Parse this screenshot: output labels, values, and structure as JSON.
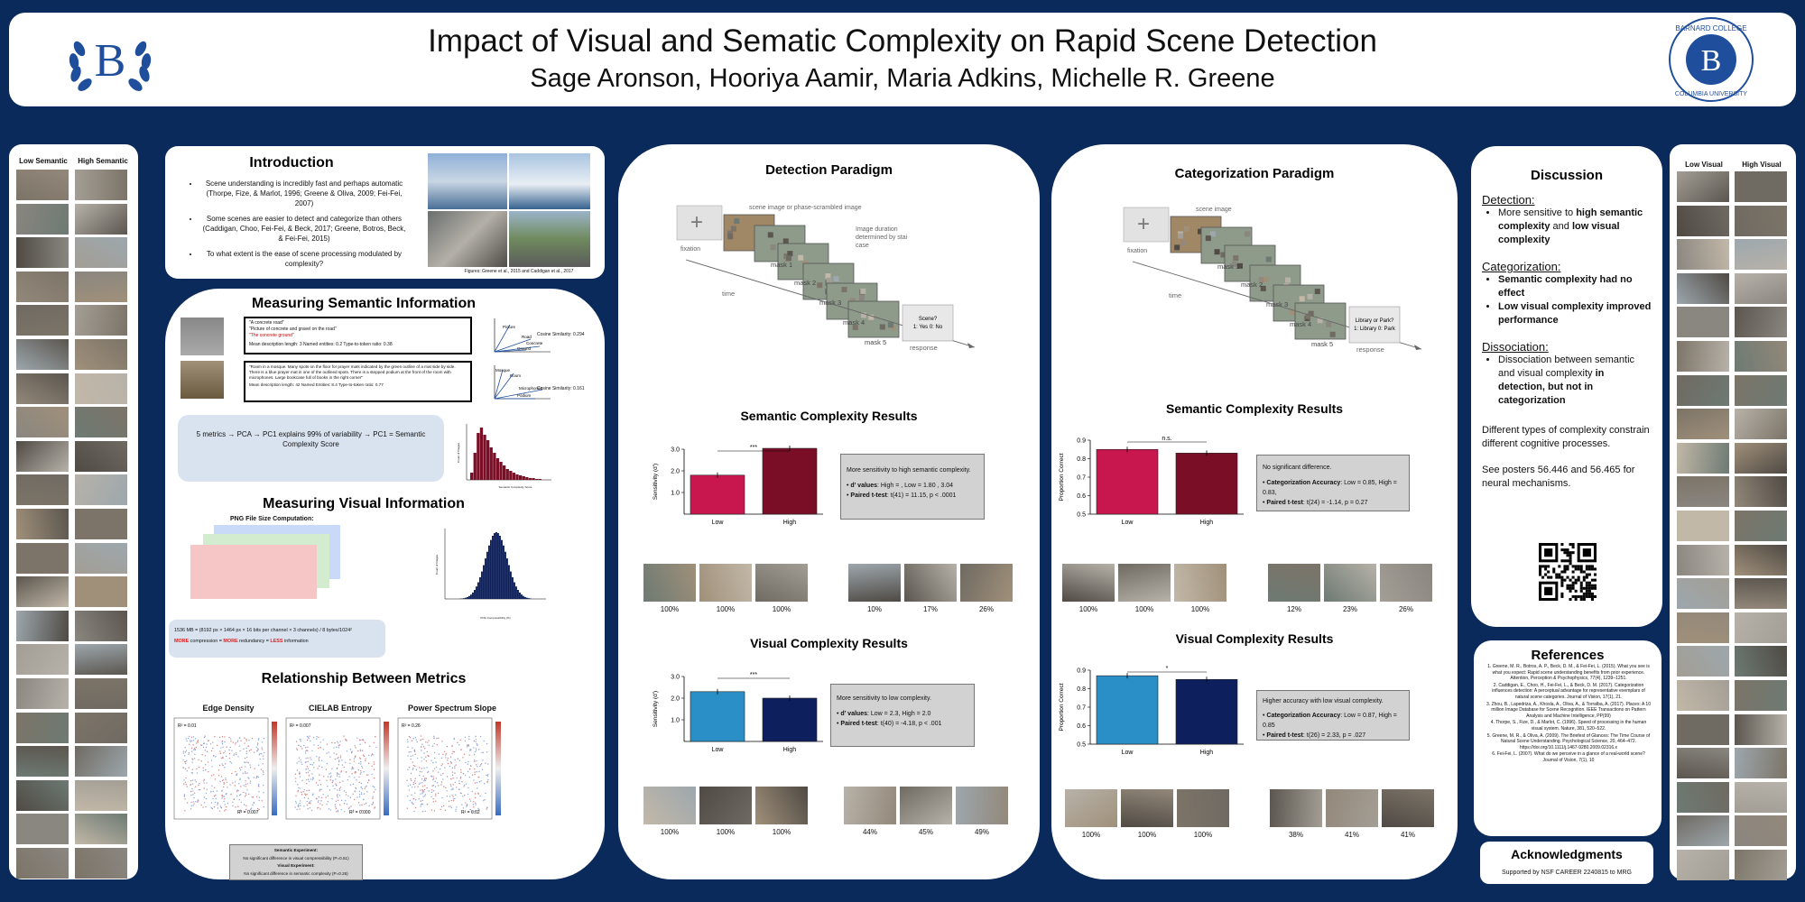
{
  "header": {
    "title": "Impact of Visual and Sematic Complexity on Rapid Scene Detection",
    "authors": "Sage Aronson, Hooriya Aamir, Maria Adkins, Michelle R. Greene",
    "logo_letter": "B",
    "seal_text_top": "BARNARD COLLEGE",
    "seal_text_bottom": "COLUMBIA UNIVERSITY"
  },
  "left_strip": {
    "col1": "Low Semantic",
    "col2": "High Semantic"
  },
  "right_strip": {
    "col1": "Low Visual",
    "col2": "High Visual"
  },
  "intro": {
    "title": "Introduction",
    "bullets": [
      "Scene understanding is incredibly fast and perhaps automatic (Thorpe, Fize, & Marlot, 1996; Greene & Oliva, 2009; Fei-Fei, 2007)",
      "Some scenes are easier to detect and categorize than others (Caddigan, Choo, Fei-Fei, & Beck, 2017; Greene, Botros, Beck, & Fei-Fei, 2015)",
      "To what extent is the ease of scene processing modulated by complexity?"
    ],
    "figure_caption": "Figures: Greene et al., 2015 and Caddigan et al., 2017"
  },
  "semantic_info": {
    "title": "Measuring Semantic Information",
    "box1_lines": [
      "\"A concrete road\"",
      "\"Picture of concrete and gravel on the road\"",
      "\"The concrete ground\""
    ],
    "box1_meta": "Mean description length: 3  Named entities: 0.2  Type-to-token ratio: 0.38",
    "box2_text": "\"Room in a mosque. Many spots on the floor for prayer mats indicated by the green outline of a mat side by side. There is a blue prayer mat in one of the outlined spots. There is a stepped podium at the front of the room with microphones. Large bookcase full of books in the right corner\"",
    "box2_meta": "Mean description length: 42  Named Entities: 8.4  Type-to-token ratio: 0.77",
    "sim1": "Cosine Similarity: 0.294",
    "sim2": "Cosine Similarity: 0.161",
    "words1": [
      "Picture",
      "Road",
      "Concrete",
      "Ground"
    ],
    "words2": [
      "Mosque",
      "Room",
      "Microphones",
      "Podium"
    ],
    "pca_text": "5 metrics → PCA → PC1 explains 99% of variability → PC1 = Semantic Complexity Score",
    "hist_xlabel": "Semantic Complexity Score",
    "hist_ylabel": "Count of Images"
  },
  "visual_info": {
    "title": "Measuring Visual Information",
    "png_label": "PNG File Size Computation:",
    "formula": "1536 MB = (8192 px × 1464 px × 16 bits per channel × 3 channels) / 8 bytes/1024²",
    "more_line": {
      "w1": "MORE",
      "t1": " compression = ",
      "w2": "MORE",
      "t2": " redundancy = ",
      "w3": "LESS",
      "t3": " information"
    },
    "hist_xlabel": "PNG Compressibility (%)",
    "hist_ylabel": "Count of Images"
  },
  "relationship": {
    "title": "Relationship Between Metrics",
    "plots": [
      {
        "title": "Edge Density",
        "r2a": "R² = 0.01",
        "r2b": "R² = 0.007"
      },
      {
        "title": "CIELAB Entropy",
        "r2a": "R² = 0.007",
        "r2b": "R² = 0.000"
      },
      {
        "title": "Power Spectrum Slope",
        "r2a": "R² = 0.26",
        "r2b": "R² = 0.02"
      }
    ],
    "box_lines": [
      "Semantic Experiment:",
      "No significant difference in visual compressibility (P=0.51)",
      "Visual Experiment:",
      "No significant difference in semantic complexity (P=0.26)"
    ]
  },
  "detection": {
    "title": "Detection Paradigm",
    "labels": {
      "fixation": "fixation",
      "scene": "scene image or phase-scrambled image",
      "duration": "Image duration determined by staircase",
      "time": "time",
      "mask1": "mask 1",
      "mask2": "mask 2",
      "mask3": "mask 3",
      "mask4": "mask 4",
      "mask5": "mask 5",
      "response": "response",
      "prompt1": "Scene?",
      "prompt2": "1: Yes  0: No"
    },
    "sem_title": "Semantic Complexity Results",
    "sem_text": {
      "head": "More sensitivity to high semantic complexity.",
      "b1k": "d’ values",
      "b1v": ": High = , Low = 1.80 , 3.04",
      "b2k": "Paired t-test",
      "b2v": ": t(41) = 11.15, p < .0001"
    },
    "sem_sig": "***",
    "sem_ylabel": "Sensitivity (d')",
    "sem_pcts_low": [
      "100%",
      "100%",
      "100%"
    ],
    "sem_pcts_high": [
      "10%",
      "17%",
      "26%"
    ],
    "vis_title": "Visual Complexity Results",
    "vis_text": {
      "head": "More sensitivity to low complexity.",
      "b1k": "d’ values",
      "b1v": ": Low = 2.3, High = 2.0",
      "b2k": "Paired t-test",
      "b2v": ": t(40) = -4.18, p < .001"
    },
    "vis_sig": "***",
    "vis_ylabel": "Sensitivity (d')",
    "vis_pcts_low": [
      "100%",
      "100%",
      "100%"
    ],
    "vis_pcts_high": [
      "44%",
      "45%",
      "49%"
    ]
  },
  "categorization": {
    "title": "Categorization Paradigm",
    "labels": {
      "fixation": "fixation",
      "scene": "scene image",
      "time": "time",
      "mask1": "mask 1",
      "mask2": "mask 2",
      "mask3": "mask 3",
      "mask4": "mask 4",
      "mask5": "mask 5",
      "response": "response",
      "prompt1": "Library or Park?",
      "prompt2": "1: Library  0: Park"
    },
    "sem_title": "Semantic Complexity Results",
    "sem_text": {
      "head": "No significant difference.",
      "b1k": "Categorization Accuracy",
      "b1v": ": Low = 0.85, High = 0.83,",
      "b2k": "Paired t-test",
      "b2v": ": t(24) = -1.14, p = 0.27"
    },
    "sem_sig": "n.s.",
    "sem_ylabel": "Proportion Correct",
    "sem_pcts_low": [
      "100%",
      "100%",
      "100%"
    ],
    "sem_pcts_high": [
      "12%",
      "23%",
      "26%"
    ],
    "vis_title": "Visual Complexity Results",
    "vis_text": {
      "head": "Higher accuracy with low visual complexity.",
      "b1k": "Categorization Accuracy",
      "b1v": ": Low = 0.87, High = 0.85",
      "b2k": "Paired t-test",
      "b2v": ": t(26) = 2.33, p = .027"
    },
    "vis_sig": "*",
    "vis_ylabel": "Proportion Correct",
    "vis_pcts_low": [
      "100%",
      "100%",
      "100%"
    ],
    "vis_pcts_high": [
      "38%",
      "41%",
      "41%"
    ]
  },
  "discussion": {
    "title": "Discussion",
    "det_head": "Detection:",
    "det_b1": {
      "t1": "More sensitive to ",
      "b1": "high semantic complexity",
      "t2": " and ",
      "b2": "low visual complexity"
    },
    "cat_head": "Categorization:",
    "cat_b1": "Semantic complexity had no effect",
    "cat_b2": "Low visual complexity improved performance",
    "dis_head": "Dissociation:",
    "dis_b1": {
      "t1": "Dissociation between semantic and visual complexity ",
      "b1": "in detection, but not in categorization"
    },
    "p1": "Different types of complexity constrain different cognitive processes.",
    "p2": "See posters 56.446 and 56.465 for neural mechanisms."
  },
  "references": {
    "title": "References",
    "items": [
      "1. Greene, M. R., Botros, A. P., Beck, D. M., & Fei-Fei, L. (2015). What you see is what you expect: Rapid scene understanding benefits from prior experience. Attention, Perception & Psychophysics, 77(4), 1239–1251.",
      "2. Caddigan, E., Choo, H., Fei-Fei, L., & Beck, D. M. (2017). Categorization influences detection: A perceptual advantage for representative exemplars of natural scene categories. Journal of Vision, 17(1), 21.",
      "3. Zhou, B., Lapedriza, A., Khosla, A., Oliva, A., & Torralba, A. (2017). Places: A 10 million Image Database for Scene Recognition. IEEE Transactions on Pattern Analysis and Machine Intelligence, PP(99)",
      "4. Thorpe, S., Fize, D., & Marlot, C. (1996). Speed of processing in the human visual system. Nature, 381, 520–522.",
      "5. Greene, M. R., & Oliva, A. (2009). The Briefest of Glances: The Time Course of Natural Scene Understanding. Psychological Science, 20, 464–472. https://doi.org/10.1111/j.1467-9280.2009.02316.x",
      "6. Fei-Fei, L. (2007). What do we perceive in a glance of a real-world scene? Journal of Vision, 7(1), 10"
    ]
  },
  "acknowledgments": {
    "title": "Acknowledgments",
    "text": "Supported by NSF CAREER 2240815 to MRG"
  },
  "chart_data": [
    {
      "id": "det_sem",
      "type": "bar",
      "title": "Semantic Complexity Results",
      "categories": [
        "Low",
        "High"
      ],
      "values": [
        1.8,
        3.04
      ],
      "ylim": [
        0,
        3.0
      ],
      "yticks": [
        1.0,
        2.0,
        3.0
      ],
      "ylabel": "Sensitivity (d')",
      "colors": [
        "#c8164f",
        "#7a0e26"
      ]
    },
    {
      "id": "det_vis",
      "type": "bar",
      "title": "Visual Complexity Results",
      "categories": [
        "Low",
        "High"
      ],
      "values": [
        2.3,
        2.0
      ],
      "ylim": [
        0,
        3.0
      ],
      "yticks": [
        1.0,
        2.0,
        3.0
      ],
      "ylabel": "Sensitivity (d')",
      "colors": [
        "#2a8fc6",
        "#0d1f5c"
      ]
    },
    {
      "id": "cat_sem",
      "type": "bar",
      "title": "Semantic Complexity Results",
      "categories": [
        "Low",
        "High"
      ],
      "values": [
        0.85,
        0.83
      ],
      "ylim": [
        0.5,
        0.9
      ],
      "yticks": [
        0.5,
        0.6,
        0.7,
        0.8,
        0.9
      ],
      "ylabel": "Proportion Correct",
      "colors": [
        "#c8164f",
        "#7a0e26"
      ]
    },
    {
      "id": "cat_vis",
      "type": "bar",
      "title": "Visual Complexity Results",
      "categories": [
        "Low",
        "High"
      ],
      "values": [
        0.87,
        0.85
      ],
      "ylim": [
        0.5,
        0.9
      ],
      "yticks": [
        0.5,
        0.6,
        0.7,
        0.8,
        0.9
      ],
      "ylabel": "Proportion Correct",
      "colors": [
        "#2a8fc6",
        "#0d1f5c"
      ]
    }
  ]
}
